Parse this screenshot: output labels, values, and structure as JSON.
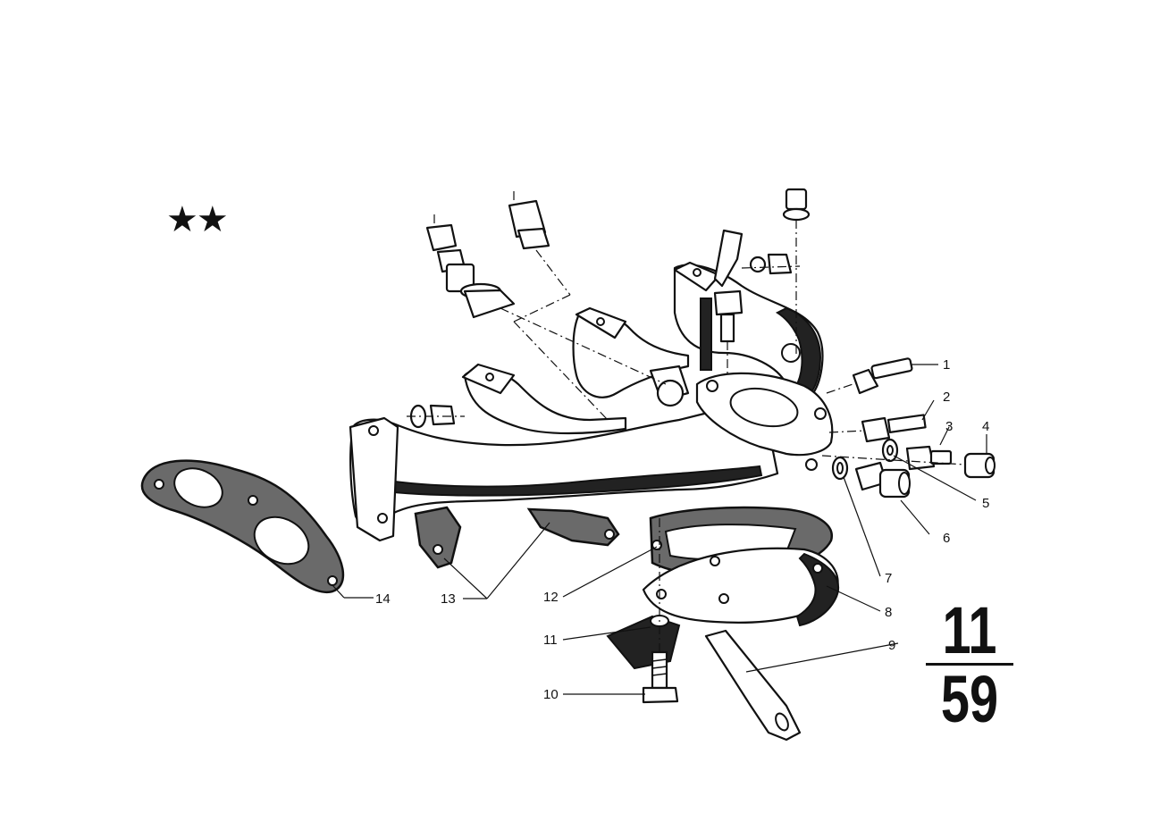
{
  "marking": "★★",
  "group": {
    "top": "11",
    "bottom": "59"
  },
  "callouts": [
    {
      "id": "1",
      "label": "1"
    },
    {
      "id": "2",
      "label": "2"
    },
    {
      "id": "3",
      "label": "3"
    },
    {
      "id": "4",
      "label": "4"
    },
    {
      "id": "5",
      "label": "5"
    },
    {
      "id": "6",
      "label": "6"
    },
    {
      "id": "7",
      "label": "7"
    },
    {
      "id": "8",
      "label": "8"
    },
    {
      "id": "9",
      "label": "9"
    },
    {
      "id": "10",
      "label": "10"
    },
    {
      "id": "11",
      "label": "11"
    },
    {
      "id": "12",
      "label": "12"
    },
    {
      "id": "13",
      "label": "13"
    },
    {
      "id": "14",
      "label": "14"
    }
  ]
}
